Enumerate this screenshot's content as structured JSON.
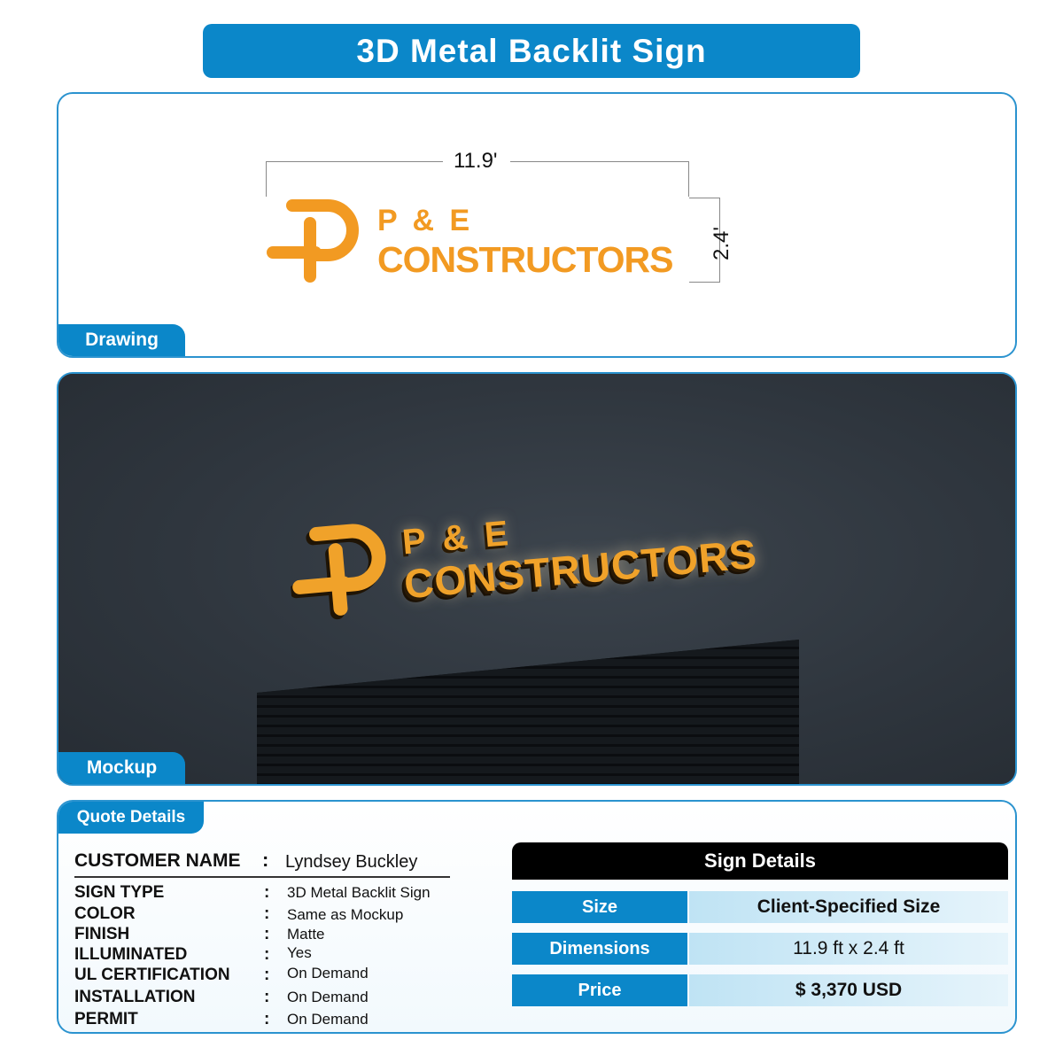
{
  "page_title": "3D Metal Backlit Sign",
  "drawing": {
    "tab_label": "Drawing",
    "width_label": "11.9'",
    "height_label": "2.4'",
    "brand_top": "P & E",
    "brand_bottom": "CONSTRUCTORS"
  },
  "mockup": {
    "tab_label": "Mockup",
    "brand_top": "P & E",
    "brand_bottom": "CONSTRUCTORS"
  },
  "quote": {
    "tab_label": "Quote Details",
    "customer_label": "CUSTOMER NAME",
    "customer_value": "Lyndsey Buckley",
    "colon": ":",
    "rows": [
      {
        "label": "SIGN TYPE",
        "value": "3D Metal Backlit Sign"
      },
      {
        "label": "COLOR",
        "value": "Same as Mockup"
      },
      {
        "label": "FINISH",
        "value": "Matte"
      },
      {
        "label": "ILLUMINATED",
        "value": "Yes"
      },
      {
        "label": "UL CERTIFICATION",
        "value": "On Demand"
      },
      {
        "label": "INSTALLATION",
        "value": "On Demand"
      },
      {
        "label": "PERMIT",
        "value": "On Demand"
      }
    ]
  },
  "sign_details": {
    "header": "Sign Details",
    "rows": [
      {
        "label": "Size",
        "value": "Client-Specified Size"
      },
      {
        "label": "Dimensions",
        "value": "11.9 ft x 2.4 ft"
      },
      {
        "label": "Price",
        "value": "$ 3,370 USD"
      }
    ]
  },
  "colors": {
    "accent_blue": "#0b87c9",
    "brand_orange": "#f29a22",
    "wall": "#2f363e"
  }
}
